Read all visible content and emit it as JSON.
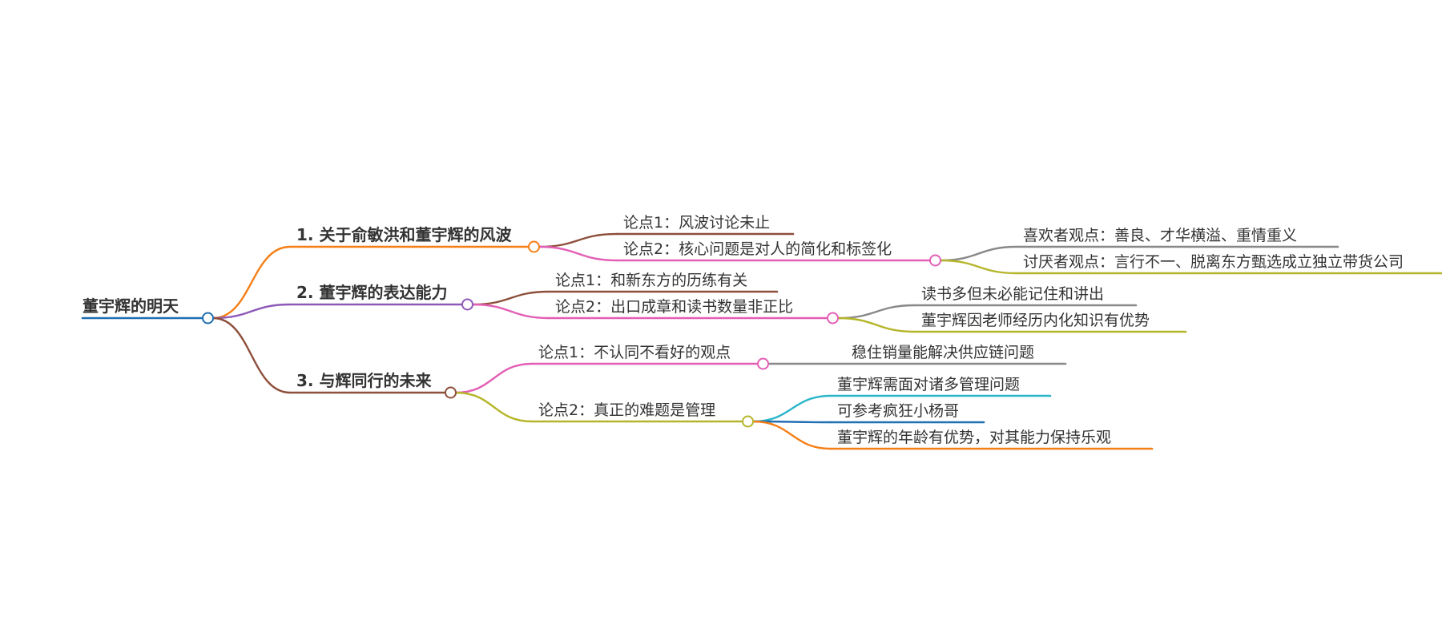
{
  "root": {
    "label": "董宇辉的明天",
    "color": "#1f6fb2"
  },
  "branches": [
    {
      "label": "1. 关于俞敏洪和董宇辉的风波",
      "color": "#f57f17",
      "children": [
        {
          "label": "论点1：风波讨论未止",
          "color": "#8d4e3a"
        },
        {
          "label": "论点2：核心问题是对人的简化和标签化",
          "color": "#e35fb5",
          "children": [
            {
              "label": "喜欢者观点：善良、才华横溢、重情重义",
              "color": "#888888"
            },
            {
              "label": "讨厌者观点：言行不一、脱离东方甄选成立独立带货公司",
              "color": "#b5b52a"
            }
          ]
        }
      ]
    },
    {
      "label": "2. 董宇辉的表达能力",
      "color": "#8e59b8",
      "children": [
        {
          "label": "论点1：和新东方的历练有关",
          "color": "#8d4e3a"
        },
        {
          "label": "论点2：出口成章和读书数量非正比",
          "color": "#e35fb5",
          "children": [
            {
              "label": "读书多但未必能记住和讲出",
              "color": "#888888"
            },
            {
              "label": "董宇辉因老师经历内化知识有优势",
              "color": "#b5b52a"
            }
          ]
        }
      ]
    },
    {
      "label": "3. 与辉同行的未来",
      "color": "#8d4e3a",
      "children": [
        {
          "label": "论点1：不认同不看好的观点",
          "color": "#e35fb5",
          "children": [
            {
              "label": "稳住销量能解决供应链问题",
              "color": "#888888"
            }
          ]
        },
        {
          "label": "论点2：真正的难题是管理",
          "color": "#b5b52a",
          "children": [
            {
              "label": "董宇辉需面对诸多管理问题",
              "color": "#2bb5c9"
            },
            {
              "label": "可参考疯狂小杨哥",
              "color": "#1f6fb2"
            },
            {
              "label": "董宇辉的年龄有优势，对其能力保持乐观",
              "color": "#f57f17"
            }
          ]
        }
      ]
    }
  ]
}
